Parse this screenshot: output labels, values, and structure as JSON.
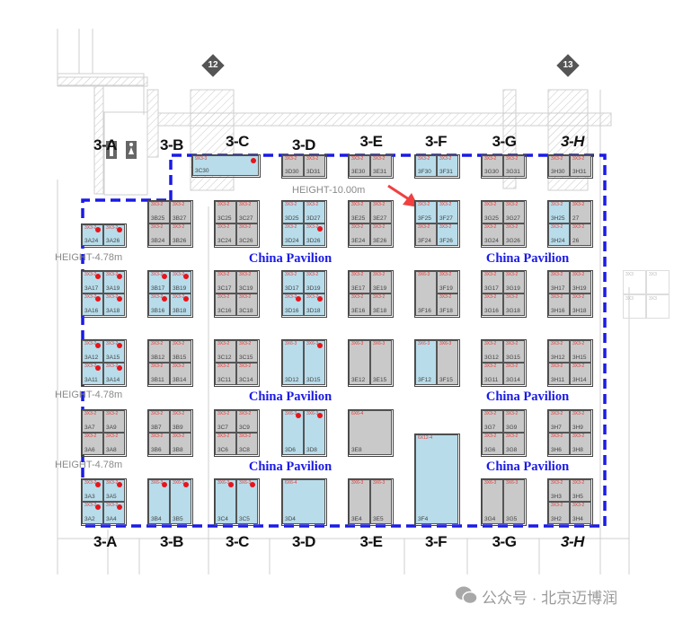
{
  "column_headers": [
    "3-A",
    "3-B",
    "3-C",
    "3-D",
    "3-E",
    "3-F",
    "3-G",
    "3-H"
  ],
  "gates": [
    "12",
    "13"
  ],
  "height_labels": {
    "main": "HEIGHT-10.00m",
    "side": [
      "HEIGHT-4.78m",
      "HEIGHT-4.78m",
      "HEIGHT-4.78m"
    ]
  },
  "pavilion_labels": [
    "China Pavilion",
    "China Pavilion",
    "China Pavilion",
    "China Pavilion",
    "China Pavilion",
    "China Pavilion"
  ],
  "colors": {
    "blue_booth": "#b8dcea",
    "gray_booth": "#c9c9c9",
    "boundary": "#1a1ae6",
    "dot": "#e8141a",
    "arrow": "#f04040"
  },
  "ghost_block": [
    "3X3",
    "3X3",
    "3X3",
    "3X3"
  ],
  "watermark": "公众号 · 北京迈博润",
  "blocks": [
    {
      "id": "C30",
      "kind": "single",
      "cells": [
        {
          "booth": "3C30",
          "spec": "9X3-3",
          "fill": "blue",
          "dot": true
        }
      ]
    },
    {
      "id": "D30",
      "kind": "pair-row",
      "cells": [
        {
          "booth": "3D30",
          "spec": "3X3-2",
          "fill": "gray"
        },
        {
          "booth": "3D31",
          "spec": "3X3-2",
          "fill": "gray"
        }
      ]
    },
    {
      "id": "E30",
      "kind": "pair-row",
      "cells": [
        {
          "booth": "3E30",
          "spec": "3X3-2",
          "fill": "gray"
        },
        {
          "booth": "3E31",
          "spec": "3X3-2",
          "fill": "gray"
        }
      ]
    },
    {
      "id": "F30",
      "kind": "pair-row",
      "cells": [
        {
          "booth": "3F30",
          "spec": "3X3-2",
          "fill": "blue"
        },
        {
          "booth": "3F31",
          "spec": "3X3-2",
          "fill": "blue"
        }
      ]
    },
    {
      "id": "G30",
      "kind": "pair-row",
      "cells": [
        {
          "booth": "3G30",
          "spec": "3X3-2",
          "fill": "gray"
        },
        {
          "booth": "3G31",
          "spec": "3X3-2",
          "fill": "gray"
        }
      ]
    },
    {
      "id": "H30",
      "kind": "pair-row",
      "cells": [
        {
          "booth": "3H30",
          "spec": "3X3-2",
          "fill": "gray"
        },
        {
          "booth": "3H31",
          "spec": "3X3-2",
          "fill": "gray"
        }
      ]
    },
    {
      "id": "A24",
      "kind": "pair-row",
      "cells": [
        {
          "booth": "3A24",
          "spec": "3X3-2",
          "fill": "blue",
          "dot": true
        },
        {
          "booth": "3A26",
          "spec": "3X3-2",
          "fill": "blue",
          "dot": true
        }
      ]
    },
    {
      "id": "B25",
      "kind": "quad",
      "cells": [
        {
          "booth": "3B25",
          "spec": "3X3-2",
          "fill": "gray"
        },
        {
          "booth": "3B27",
          "spec": "3X3-2",
          "fill": "gray"
        },
        {
          "booth": "3B24",
          "spec": "3X3-2",
          "fill": "gray"
        },
        {
          "booth": "3B26",
          "spec": "3X3-2",
          "fill": "gray"
        }
      ]
    },
    {
      "id": "C25",
      "kind": "quad",
      "cells": [
        {
          "booth": "3C25",
          "spec": "3X3-2",
          "fill": "gray"
        },
        {
          "booth": "3C27",
          "spec": "3X3-2",
          "fill": "gray"
        },
        {
          "booth": "3C24",
          "spec": "3X3-2",
          "fill": "gray"
        },
        {
          "booth": "3C26",
          "spec": "3X3-2",
          "fill": "gray"
        }
      ]
    },
    {
      "id": "D25",
      "kind": "quad",
      "cells": [
        {
          "booth": "3D25",
          "spec": "3X3-2",
          "fill": "blue"
        },
        {
          "booth": "3D27",
          "spec": "3X3-2",
          "fill": "blue"
        },
        {
          "booth": "3D24",
          "spec": "3X3-2",
          "fill": "blue"
        },
        {
          "booth": "3D26",
          "spec": "3X3-2",
          "fill": "blue",
          "dot": true
        }
      ]
    },
    {
      "id": "E25",
      "kind": "quad",
      "cells": [
        {
          "booth": "3E25",
          "spec": "3X3-2",
          "fill": "gray"
        },
        {
          "booth": "3E27",
          "spec": "3X3-2",
          "fill": "gray"
        },
        {
          "booth": "3E24",
          "spec": "3X3-2",
          "fill": "gray"
        },
        {
          "booth": "3E26",
          "spec": "3X3-2",
          "fill": "gray"
        }
      ]
    },
    {
      "id": "F25",
      "kind": "quad",
      "cells": [
        {
          "booth": "3F25",
          "spec": "3X3-2",
          "fill": "blue"
        },
        {
          "booth": "3F27",
          "spec": "3X3-2",
          "fill": "blue"
        },
        {
          "booth": "3F24",
          "spec": "3X3-2",
          "fill": "gray"
        },
        {
          "booth": "3F26",
          "spec": "3X3-2",
          "fill": "blue"
        }
      ]
    },
    {
      "id": "G25",
      "kind": "quad",
      "cells": [
        {
          "booth": "3G25",
          "spec": "3X3-2",
          "fill": "gray"
        },
        {
          "booth": "3G27",
          "spec": "3X3-2",
          "fill": "gray"
        },
        {
          "booth": "3G24",
          "spec": "3X3-2",
          "fill": "gray"
        },
        {
          "booth": "3G26",
          "spec": "3X3-2",
          "fill": "gray"
        }
      ]
    },
    {
      "id": "H25",
      "kind": "quad",
      "cells": [
        {
          "booth": "3H25",
          "spec": "3X3-2",
          "fill": "blue"
        },
        {
          "booth": "27",
          "spec": "3X3-2",
          "fill": "gray"
        },
        {
          "booth": "3H24",
          "spec": "3X3-2",
          "fill": "blue"
        },
        {
          "booth": "26",
          "spec": "3X3-2",
          "fill": "gray"
        }
      ]
    },
    {
      "id": "A17",
      "kind": "quad",
      "cells": [
        {
          "booth": "3A17",
          "spec": "3X3-2",
          "fill": "blue",
          "dot": true
        },
        {
          "booth": "3A19",
          "spec": "3X3-2",
          "fill": "blue",
          "dot": true
        },
        {
          "booth": "3A16",
          "spec": "3X3-2",
          "fill": "blue",
          "dot": true
        },
        {
          "booth": "3A18",
          "spec": "3X3-2",
          "fill": "blue",
          "dot": true
        }
      ]
    },
    {
      "id": "B17",
      "kind": "quad",
      "cells": [
        {
          "booth": "3B17",
          "spec": "3X3-2",
          "fill": "blue",
          "dot": true
        },
        {
          "booth": "3B19",
          "spec": "3X3-2",
          "fill": "blue",
          "dot": true
        },
        {
          "booth": "3B16",
          "spec": "3X3-2",
          "fill": "blue",
          "dot": true
        },
        {
          "booth": "3B18",
          "spec": "3X3-2",
          "fill": "blue",
          "dot": true
        }
      ]
    },
    {
      "id": "C17",
      "kind": "quad",
      "cells": [
        {
          "booth": "3C17",
          "spec": "3X3-2",
          "fill": "gray"
        },
        {
          "booth": "3C19",
          "spec": "3X3-2",
          "fill": "gray"
        },
        {
          "booth": "3C16",
          "spec": "3X3-2",
          "fill": "gray"
        },
        {
          "booth": "3C18",
          "spec": "3X3-2",
          "fill": "gray"
        }
      ]
    },
    {
      "id": "D17",
      "kind": "quad",
      "cells": [
        {
          "booth": "3D17",
          "spec": "3X3-2",
          "fill": "blue"
        },
        {
          "booth": "3D19",
          "spec": "3X3-2",
          "fill": "blue"
        },
        {
          "booth": "3D16",
          "spec": "3X3-2",
          "fill": "blue",
          "dot": true
        },
        {
          "booth": "3D18",
          "spec": "3X3-2",
          "fill": "blue",
          "dot": true
        }
      ]
    },
    {
      "id": "E17",
      "kind": "quad",
      "cells": [
        {
          "booth": "3E17",
          "spec": "3X3-2",
          "fill": "gray"
        },
        {
          "booth": "3E19",
          "spec": "3X3-2",
          "fill": "gray"
        },
        {
          "booth": "3E16",
          "spec": "3X3-2",
          "fill": "gray"
        },
        {
          "booth": "3E18",
          "spec": "3X3-2",
          "fill": "gray"
        }
      ]
    },
    {
      "id": "F17",
      "kind": "tall-left",
      "cells": [
        {
          "booth": "3F16",
          "spec": "3X6-3",
          "fill": "gray"
        },
        {
          "booth": "3F19",
          "spec": "3X3-2",
          "fill": "gray"
        },
        {
          "booth": "3F18",
          "spec": "3X3-2",
          "fill": "gray"
        }
      ]
    },
    {
      "id": "G17",
      "kind": "quad",
      "cells": [
        {
          "booth": "3G17",
          "spec": "3X3-2",
          "fill": "gray"
        },
        {
          "booth": "3G19",
          "spec": "3X3-2",
          "fill": "gray"
        },
        {
          "booth": "3G16",
          "spec": "3X3-2",
          "fill": "gray"
        },
        {
          "booth": "3G18",
          "spec": "3X3-2",
          "fill": "gray"
        }
      ]
    },
    {
      "id": "H17",
      "kind": "quad",
      "cells": [
        {
          "booth": "3H17",
          "spec": "3X3-2",
          "fill": "gray"
        },
        {
          "booth": "3H19",
          "spec": "3X3-2",
          "fill": "gray"
        },
        {
          "booth": "3H16",
          "spec": "3X3-2",
          "fill": "gray"
        },
        {
          "booth": "3H18",
          "spec": "3X3-2",
          "fill": "gray"
        }
      ]
    },
    {
      "id": "A12",
      "kind": "quad",
      "cells": [
        {
          "booth": "3A12",
          "spec": "3X3-2",
          "fill": "blue",
          "dot": true
        },
        {
          "booth": "3A15",
          "spec": "3X3-2",
          "fill": "blue",
          "dot": true
        },
        {
          "booth": "3A11",
          "spec": "3X3-2",
          "fill": "blue",
          "dot": true
        },
        {
          "booth": "3A14",
          "spec": "3X3-2",
          "fill": "blue",
          "dot": true
        }
      ]
    },
    {
      "id": "B12",
      "kind": "quad",
      "cells": [
        {
          "booth": "3B12",
          "spec": "3X3-2",
          "fill": "gray"
        },
        {
          "booth": "3B15",
          "spec": "3X3-2",
          "fill": "gray"
        },
        {
          "booth": "3B11",
          "spec": "3X3-2",
          "fill": "gray"
        },
        {
          "booth": "3B14",
          "spec": "3X3-2",
          "fill": "gray"
        }
      ]
    },
    {
      "id": "C12",
      "kind": "quad",
      "cells": [
        {
          "booth": "3C12",
          "spec": "3X3-2",
          "fill": "gray"
        },
        {
          "booth": "3C15",
          "spec": "3X3-2",
          "fill": "gray"
        },
        {
          "booth": "3C11",
          "spec": "3X3-2",
          "fill": "gray"
        },
        {
          "booth": "3C14",
          "spec": "3X3-2",
          "fill": "gray"
        }
      ]
    },
    {
      "id": "D12",
      "kind": "pair-tall",
      "cells": [
        {
          "booth": "3D12",
          "spec": "3X6-3",
          "fill": "blue"
        },
        {
          "booth": "3D15",
          "spec": "3X6-3",
          "fill": "blue",
          "dot": true
        }
      ]
    },
    {
      "id": "E12",
      "kind": "pair-tall",
      "cells": [
        {
          "booth": "3E12",
          "spec": "3X6-3",
          "fill": "gray"
        },
        {
          "booth": "3E15",
          "spec": "3X6-3",
          "fill": "gray"
        }
      ]
    },
    {
      "id": "F12",
      "kind": "pair-tall",
      "cells": [
        {
          "booth": "3F12",
          "spec": "3X6-3",
          "fill": "blue"
        },
        {
          "booth": "3F15",
          "spec": "3X6-3",
          "fill": "gray"
        }
      ]
    },
    {
      "id": "G12",
      "kind": "quad",
      "cells": [
        {
          "booth": "3G12",
          "spec": "3X3-2",
          "fill": "gray"
        },
        {
          "booth": "3G15",
          "spec": "3X3-2",
          "fill": "gray"
        },
        {
          "booth": "3G11",
          "spec": "3X3-2",
          "fill": "gray"
        },
        {
          "booth": "3G14",
          "spec": "3X3-2",
          "fill": "gray"
        }
      ]
    },
    {
      "id": "H12",
      "kind": "quad",
      "cells": [
        {
          "booth": "3H12",
          "spec": "3X3-2",
          "fill": "gray"
        },
        {
          "booth": "3H15",
          "spec": "3X3-2",
          "fill": "gray"
        },
        {
          "booth": "3H11",
          "spec": "3X3-2",
          "fill": "gray"
        },
        {
          "booth": "3H14",
          "spec": "3X3-2",
          "fill": "gray"
        }
      ]
    },
    {
      "id": "A7",
      "kind": "quad",
      "cells": [
        {
          "booth": "3A7",
          "spec": "3X3-2",
          "fill": "gray"
        },
        {
          "booth": "3A9",
          "spec": "3X3-2",
          "fill": "gray"
        },
        {
          "booth": "3A6",
          "spec": "3X3-2",
          "fill": "gray"
        },
        {
          "booth": "3A8",
          "spec": "3X3-2",
          "fill": "gray"
        }
      ]
    },
    {
      "id": "B7",
      "kind": "quad",
      "cells": [
        {
          "booth": "3B7",
          "spec": "3X3-2",
          "fill": "gray"
        },
        {
          "booth": "3B9",
          "spec": "3X3-2",
          "fill": "gray"
        },
        {
          "booth": "3B6",
          "spec": "3X3-2",
          "fill": "gray"
        },
        {
          "booth": "3B8",
          "spec": "3X3-2",
          "fill": "gray"
        }
      ]
    },
    {
      "id": "C7",
      "kind": "quad",
      "cells": [
        {
          "booth": "3C7",
          "spec": "3X3-2",
          "fill": "gray"
        },
        {
          "booth": "3C9",
          "spec": "3X3-2",
          "fill": "gray"
        },
        {
          "booth": "3C6",
          "spec": "3X3-2",
          "fill": "gray"
        },
        {
          "booth": "3C8",
          "spec": "3X3-2",
          "fill": "gray"
        }
      ]
    },
    {
      "id": "D7",
      "kind": "pair-tall",
      "cells": [
        {
          "booth": "3D6",
          "spec": "3X6-3",
          "fill": "blue",
          "dot": true
        },
        {
          "booth": "3D8",
          "spec": "3X6-3",
          "fill": "blue",
          "dot": true
        }
      ]
    },
    {
      "id": "E8",
      "kind": "single",
      "cells": [
        {
          "booth": "3E8",
          "spec": "6X6-4",
          "fill": "gray"
        }
      ]
    },
    {
      "id": "F4",
      "kind": "single",
      "cells": [
        {
          "booth": "3F4",
          "spec": "6X12-4",
          "fill": "blue"
        }
      ]
    },
    {
      "id": "G7",
      "kind": "quad",
      "cells": [
        {
          "booth": "3G7",
          "spec": "3X3-2",
          "fill": "gray"
        },
        {
          "booth": "3G9",
          "spec": "3X3-2",
          "fill": "gray"
        },
        {
          "booth": "3G6",
          "spec": "3X3-2",
          "fill": "gray"
        },
        {
          "booth": "3G8",
          "spec": "3X3-2",
          "fill": "gray"
        }
      ]
    },
    {
      "id": "H7",
      "kind": "quad",
      "cells": [
        {
          "booth": "3H7",
          "spec": "3X3-2",
          "fill": "gray"
        },
        {
          "booth": "3H9",
          "spec": "3X3-2",
          "fill": "gray"
        },
        {
          "booth": "3H6",
          "spec": "3X3-2",
          "fill": "gray"
        },
        {
          "booth": "3H8",
          "spec": "3X3-2",
          "fill": "gray"
        }
      ]
    },
    {
      "id": "A3",
      "kind": "quad",
      "cells": [
        {
          "booth": "3A3",
          "spec": "3X3-2",
          "fill": "blue",
          "dot": true
        },
        {
          "booth": "3A5",
          "spec": "3X3-2",
          "fill": "blue",
          "dot": true
        },
        {
          "booth": "3A2",
          "spec": "3X3-2",
          "fill": "blue",
          "dot": true
        },
        {
          "booth": "3A4",
          "spec": "3X3-2",
          "fill": "blue",
          "dot": true
        }
      ]
    },
    {
      "id": "B3",
      "kind": "pair-tall",
      "cells": [
        {
          "booth": "3B4",
          "spec": "3X6-3",
          "fill": "blue",
          "dot": true
        },
        {
          "booth": "3B5",
          "spec": "3X6-3",
          "fill": "blue",
          "dot": true
        }
      ]
    },
    {
      "id": "C3",
      "kind": "pair-tall",
      "cells": [
        {
          "booth": "3C4",
          "spec": "3X6-3",
          "fill": "blue",
          "dot": true
        },
        {
          "booth": "3C5",
          "spec": "3X6-3",
          "fill": "blue",
          "dot": true
        }
      ]
    },
    {
      "id": "D3",
      "kind": "single",
      "cells": [
        {
          "booth": "3D4",
          "spec": "6X6-4",
          "fill": "blue"
        }
      ]
    },
    {
      "id": "E3",
      "kind": "pair-tall",
      "cells": [
        {
          "booth": "3E4",
          "spec": "3X6-3",
          "fill": "gray"
        },
        {
          "booth": "3E5",
          "spec": "3X6-3",
          "fill": "gray"
        }
      ]
    },
    {
      "id": "G3",
      "kind": "pair-tall",
      "cells": [
        {
          "booth": "3G4",
          "spec": "3X6-3",
          "fill": "gray"
        },
        {
          "booth": "3G5",
          "spec": "3X6-3",
          "fill": "gray"
        }
      ]
    },
    {
      "id": "H3",
      "kind": "quad",
      "cells": [
        {
          "booth": "3H3",
          "spec": "3X3-2",
          "fill": "gray"
        },
        {
          "booth": "3H5",
          "spec": "3X3-2",
          "fill": "gray"
        },
        {
          "booth": "3H2",
          "spec": "3X3-2",
          "fill": "gray"
        },
        {
          "booth": "3H4",
          "spec": "3X3-2",
          "fill": "gray"
        }
      ]
    }
  ]
}
